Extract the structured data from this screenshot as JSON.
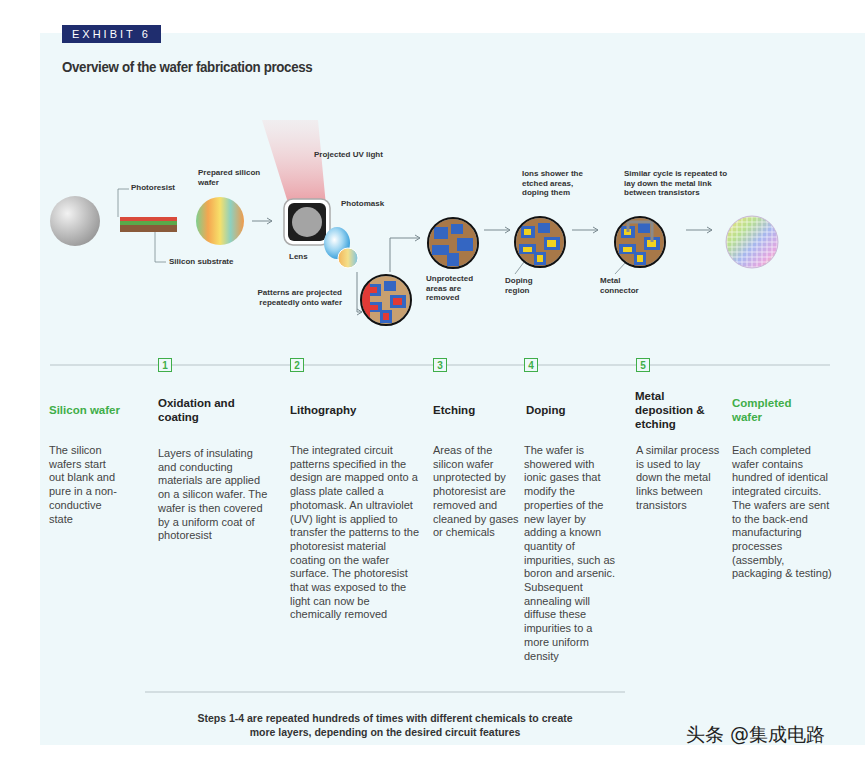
{
  "diagram": {
    "title": "Overview of the wafer fabrication process",
    "nodes": [
      {
        "text": [
          "EXHIBIT 6"
        ]
      },
      {
        "text": [
          "1"
        ]
      },
      {
        "text": [
          "2"
        ]
      },
      {
        "text": [
          "3"
        ]
      },
      {
        "text": [
          "4"
        ]
      },
      {
        "text": [
          "5"
        ]
      }
    ],
    "labels": [
      "Photoresist",
      "Prepared silicon wafer",
      "Silicon substrate",
      "Projected UV light",
      "Photomask",
      "Lens",
      "Patterns are projected repeatedly onto wafer",
      "Unprotected areas are removed",
      "Ions shower the etched areas, doping them",
      "Doping region",
      "Similar cycle is repeated to lay down the metal link between transistors",
      "Metal connector",
      "Silicon wafer",
      "The silicon wafers start out blank and pure in a non-conductive state",
      "Oxidation and coating",
      "Layers of insulating and conducting materials are applied on a silicon wafer. The wafer is then covered by a uniform coat of photoresist",
      "Lithography",
      "The integrated circuit patterns specified in the design are mapped onto a glass plate called a photomask. An ultraviolet (UV) light is applied to transfer the patterns to the photoresist material coating on the wafer surface. The photoresist that was exposed to the light can now be chemically removed",
      "Etching",
      "Areas of the silicon wafer unprotected by photoresist are removed and cleaned by gases or chemicals",
      "Doping",
      "The wafer is showered with ionic gases that modify the properties of the new layer by adding a known quantity of impurities, such as boron and arsenic. Subsequent annealing will diffuse these impurities to a more uniform density",
      "Metal deposition & etching",
      "A similar process is used to lay down the metal links between transistors",
      "Completed wafer",
      "Each completed wafer contains hundred of identical integrated circuits. The wafers are sent to the back-end manufacturing processes (assembly, packaging & testing)",
      "Steps 1-4 are repeated hundreds of times with different chemicals to create more layers, depending on the desired circuit features",
      "头条 @集成电路"
    ]
  }
}
